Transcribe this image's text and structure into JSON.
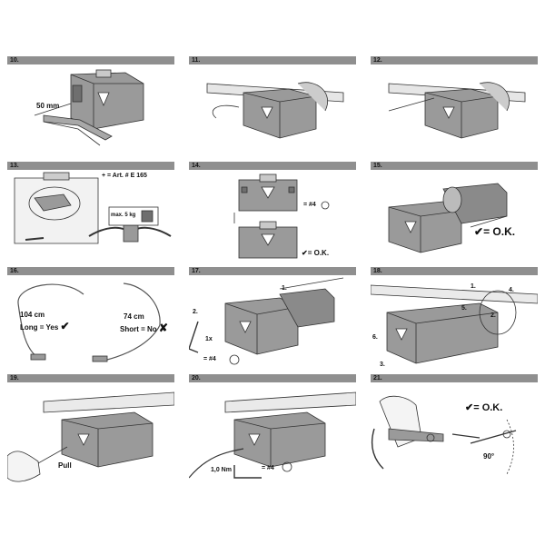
{
  "steps": [
    {
      "number": "10.",
      "labels": {
        "measure": "50 mm"
      }
    },
    {
      "number": "11."
    },
    {
      "number": "12."
    },
    {
      "number": "13.",
      "labels": {
        "art": "+ = Art. # E 165",
        "max": "max. 5 kg"
      }
    },
    {
      "number": "14.",
      "labels": {
        "washer": "= #4",
        "ok": "= O.K."
      }
    },
    {
      "number": "15.",
      "labels": {
        "ok": "= O.K."
      }
    },
    {
      "number": "16.",
      "labels": {
        "long_len": "104 cm",
        "long": "Long = Yes",
        "short_len": "74 cm",
        "short": "Short = No"
      }
    },
    {
      "number": "17.",
      "labels": {
        "s1": "1.",
        "s2": "2.",
        "times": "1x",
        "washer": "= #4"
      }
    },
    {
      "number": "18.",
      "labels": {
        "s1": "1.",
        "s2": "2.",
        "s3": "3.",
        "s4": "4.",
        "s5": "5.",
        "s6": "6."
      }
    },
    {
      "number": "19.",
      "labels": {
        "pull": "Pull"
      }
    },
    {
      "number": "20.",
      "labels": {
        "torque": "1,0 Nm",
        "washer": "= #4"
      }
    },
    {
      "number": "21.",
      "labels": {
        "ok": "= O.K.",
        "angle": "90°"
      }
    }
  ],
  "colors": {
    "header": "#8f8f8f",
    "device": "#9a9a9a",
    "device_dark": "#6f6f6f",
    "line": "#333333"
  }
}
